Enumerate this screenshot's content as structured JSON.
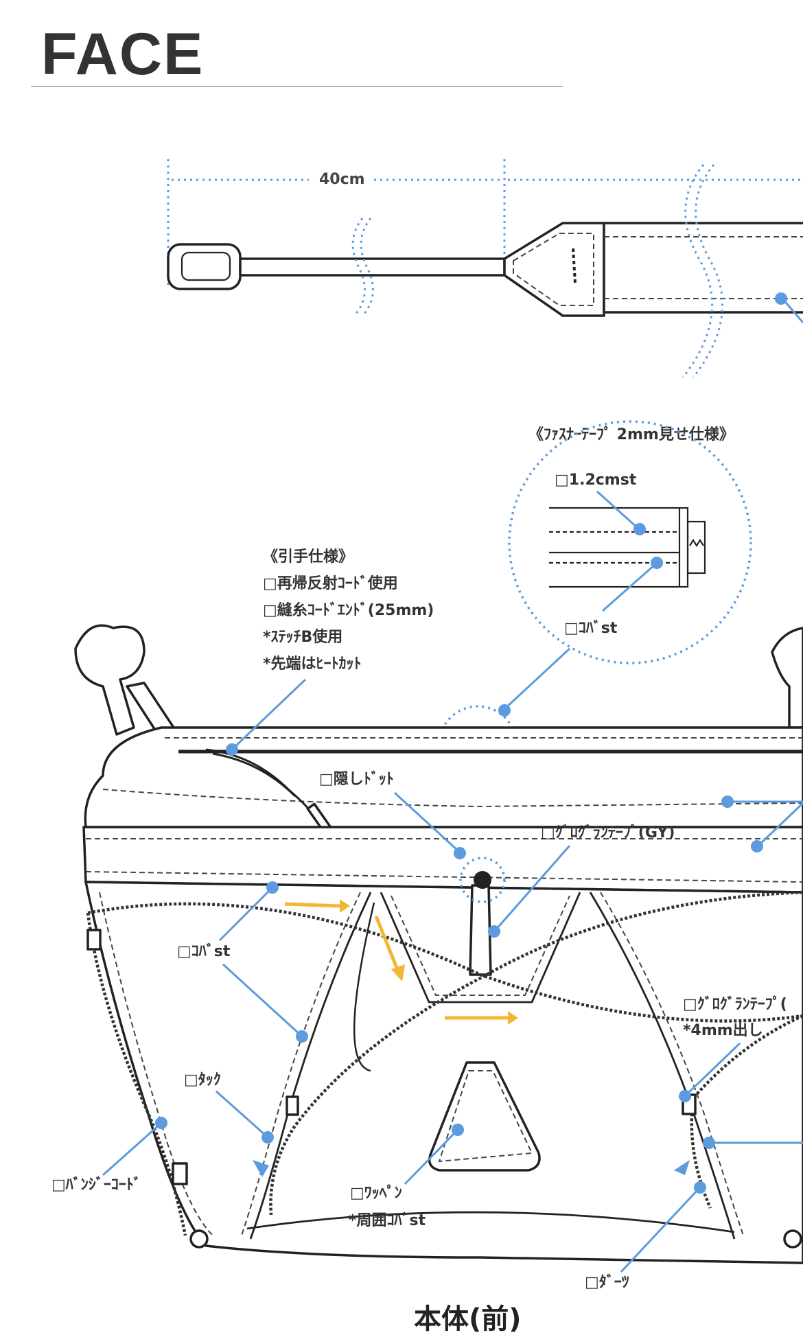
{
  "page": {
    "title": "FACE",
    "caption": "本体(前)"
  },
  "dimensions": {
    "strap_length": "40cm"
  },
  "callouts": {
    "zipper_tape_note": "《ﾌｧｽﾅｰﾃｰﾌﾟ 2mm見せ仕様》",
    "stitch_12": "□1.2cmst",
    "koba_detail": "□ｺﾊﾞst",
    "puller_title": "《引手仕様》",
    "puller_line1": "□再帰反射ｺｰﾄﾞ使用",
    "puller_line2": "□縫糸ｺｰﾄﾞｴﾝﾄﾞ(25mm)",
    "puller_line3": "*ｽﾃｯﾁB使用",
    "puller_line4": "*先端はﾋｰﾄｶｯﾄ",
    "hidden_dot": "□隠しﾄﾞｯﾄ",
    "grosgrain_gy": "□ｸﾞﾛｸﾞﾗﾝﾃｰﾌﾟ(GY)",
    "koba_left": "□ｺﾊﾞst",
    "tuck": "□ﾀｯｸ",
    "bungee": "□ﾊﾞﾝｼﾞｰｺｰﾄﾞ",
    "wappen": "□ﾜｯﾍﾟﾝ",
    "wappen_note": "*周囲ｺﾊﾞst",
    "grosgrain_right": "□ｸﾞﾛｸﾞﾗﾝﾃｰﾌﾟ(",
    "grosgrain_right_note": "*4mm出し",
    "dart": "□ﾀﾞｰﾂ"
  },
  "colors": {
    "callout_blue": "#5b9bde",
    "arrow_yellow": "#f2b632",
    "ink": "#222222"
  }
}
